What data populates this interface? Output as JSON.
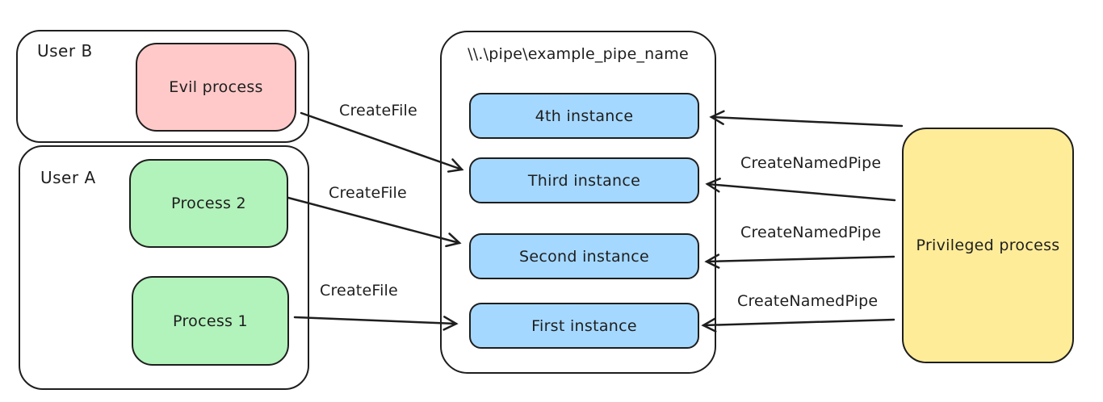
{
  "diagram_type": "named-pipe-instances-diagram",
  "colors": {
    "stroke": "#1e1e1e",
    "background": "#ffffff",
    "evil_process_fill": "#ffc9c9",
    "user_process_fill": "#b2f2bb",
    "instance_fill": "#a5d8ff",
    "privileged_fill": "#ffec99"
  },
  "containers": {
    "user_b": {
      "label": "User B"
    },
    "user_a": {
      "label": "User A"
    }
  },
  "processes": {
    "evil": "Evil process",
    "process2": "Process 2",
    "process1": "Process 1",
    "privileged": "Privileged process"
  },
  "pipe": {
    "title": "\\\\.\\pipe\\example_pipe_name",
    "instances": [
      "4th instance",
      "Third instance",
      "Second instance",
      "First instance"
    ]
  },
  "edge_labels": {
    "create_file": [
      "CreateFile",
      "CreateFile",
      "CreateFile"
    ],
    "create_named_pipe": [
      "CreateNamedPipe",
      "CreateNamedPipe",
      "CreateNamedPipe"
    ]
  }
}
